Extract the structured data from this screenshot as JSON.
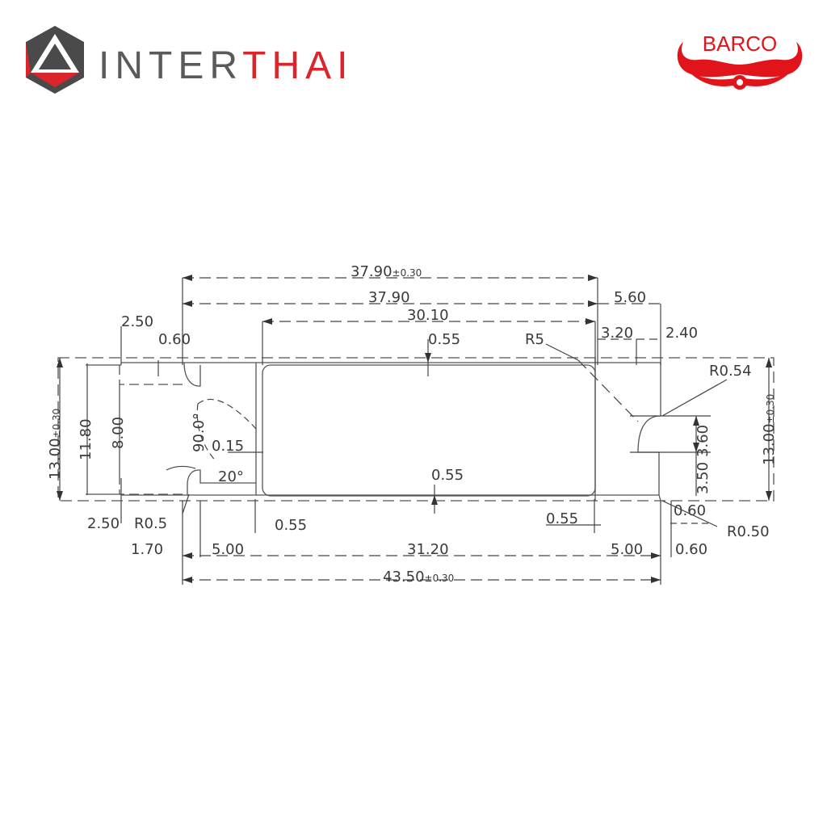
{
  "brand_left": {
    "name_part1": "INTER",
    "name_part2": "THAI",
    "color_gray": "#5a5a5a",
    "color_red": "#d9252b",
    "icon": "interthai-triangle-logo-icon"
  },
  "brand_right": {
    "name": "BARCO",
    "color": "#e1141c",
    "icon": "barco-emblem-icon"
  },
  "drawing": {
    "overall_top": "37.90",
    "overall_top_tol": "±0.30",
    "top_inner": "37.90",
    "right_top": "5.60",
    "center_width": "30.10",
    "left_top": "2.50",
    "small_a": "0.60",
    "top_thickness": "0.55",
    "radius_big": "R5",
    "right_a": "3.20",
    "right_b": "2.40",
    "radius_right": "R0.54",
    "height_left": "13.00",
    "height_left_tol": "±0.30",
    "height_inner": "11.80",
    "height_slot": "8.00",
    "angle": "90.0°",
    "gap": "0.15",
    "angle_small": "20°",
    "bottom_thickness": "0.55",
    "right_slot": "3.60",
    "right_slot_low": "3.50",
    "height_right": "13.00",
    "height_right_tol": "±0.30",
    "left_bottom": "2.50",
    "radius_left": "R0.5",
    "web_left": "0.55",
    "web_right": "0.55",
    "right_small": "0.60",
    "radius_right_low": "R0.50",
    "bottom_a": "1.70",
    "bottom_b": "5.00",
    "bottom_center": "31.20",
    "bottom_d": "5.00",
    "bottom_e": "0.60",
    "overall_bottom": "43.50",
    "overall_bottom_tol": "±0.30"
  }
}
